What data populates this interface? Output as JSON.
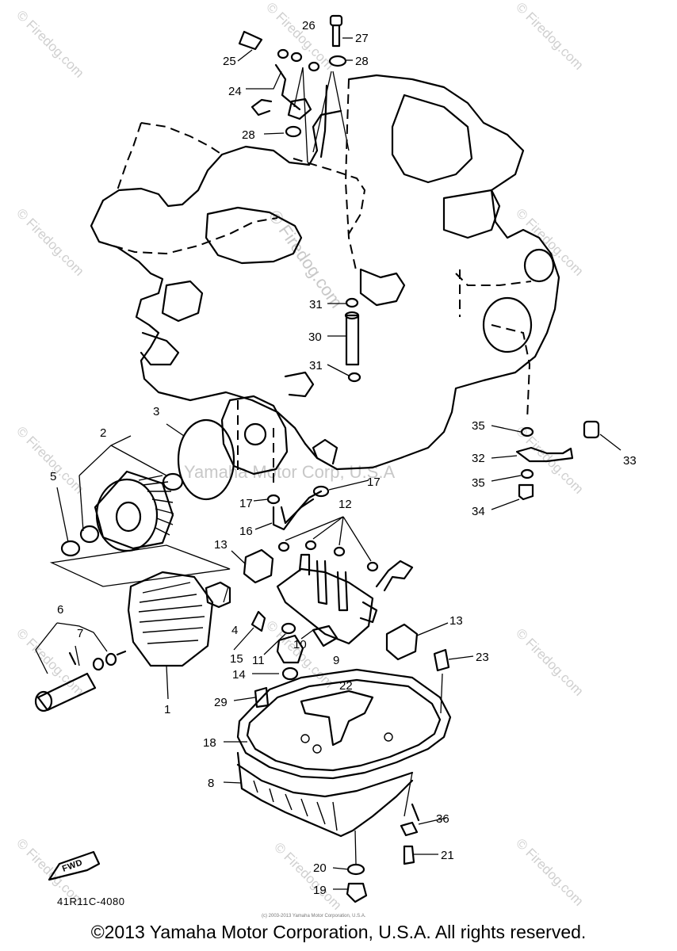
{
  "diagram": {
    "part_code": "41R11C-4080",
    "fwd_label": "FWD",
    "fine_print": "(c) 2003-2013 Yamaha Motor Corporation, U.S.A.",
    "watermark": {
      "site": "© Firedog.com",
      "center": "© Firedog.com",
      "brand": "Yamaha Motor Corp, U.S.A"
    }
  },
  "callouts": {
    "c1": "1",
    "c2": "2",
    "c3": "3",
    "c4": "4",
    "c5": "5",
    "c6": "6",
    "c7": "7",
    "c8": "8",
    "c9": "9",
    "c10": "10",
    "c11": "11",
    "c12": "12",
    "c13a": "13",
    "c13b": "13",
    "c14": "14",
    "c15": "15",
    "c16": "16",
    "c17a": "17",
    "c17b": "17",
    "c18": "18",
    "c19": "19",
    "c20": "20",
    "c21": "21",
    "c22": "22",
    "c23": "23",
    "c24": "24",
    "c25": "25",
    "c26": "26",
    "c27": "27",
    "c28a": "28",
    "c28b": "28",
    "c29": "29",
    "c30": "30",
    "c31a": "31",
    "c31b": "31",
    "c32": "32",
    "c33": "33",
    "c34": "34",
    "c35a": "35",
    "c35b": "35",
    "c36": "36"
  },
  "footer": {
    "copyright": "©2013 Yamaha Motor Corporation, U.S.A. All rights reserved."
  }
}
